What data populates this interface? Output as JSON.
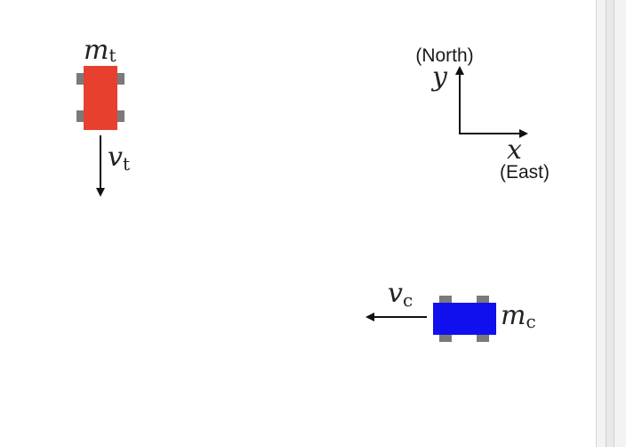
{
  "figure": {
    "truck": {
      "mass_symbol": "m",
      "mass_subscript": "t",
      "velocity_symbol": "v",
      "velocity_subscript": "t",
      "color": "#e8402f"
    },
    "car": {
      "mass_symbol": "m",
      "mass_subscript": "c",
      "velocity_symbol": "v",
      "velocity_subscript": "c",
      "color": "#1010ee"
    },
    "axes": {
      "y_symbol": "y",
      "y_direction": "(North)",
      "x_symbol": "x",
      "x_direction": "(East)"
    },
    "wheel_color": "#7a7a7a"
  }
}
